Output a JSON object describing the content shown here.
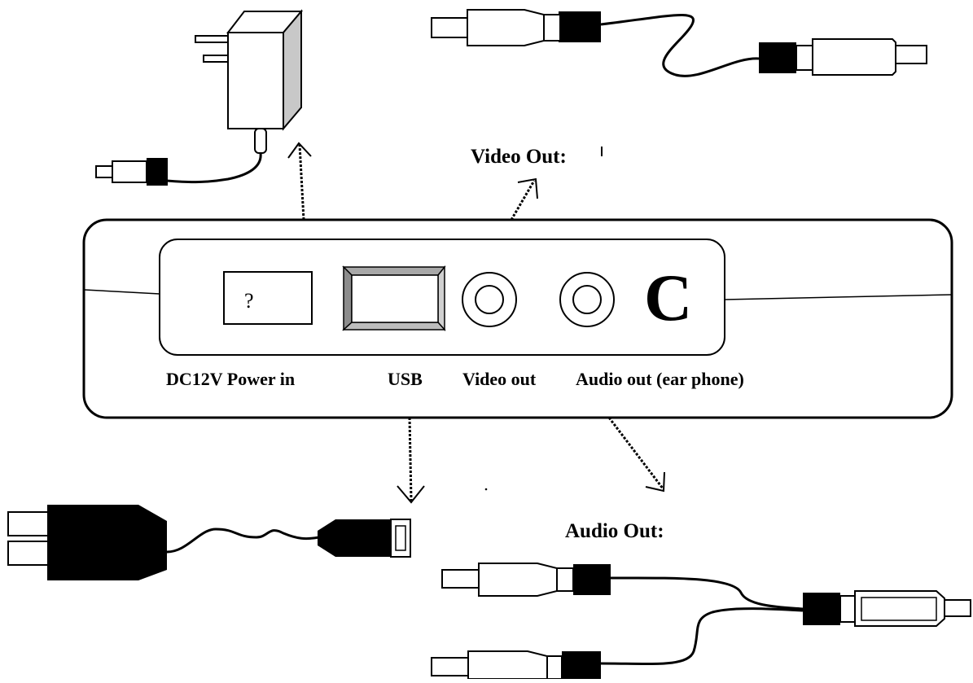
{
  "labels": {
    "video_out_title": "Video Out:",
    "audio_out_title": "Audio Out:",
    "dc_power": "DC12V Power in",
    "usb": "USB",
    "video_out": "Video out",
    "audio_out": "Audio out (ear phone)",
    "power_jack_symbol": "?",
    "logo_letter": "C"
  }
}
